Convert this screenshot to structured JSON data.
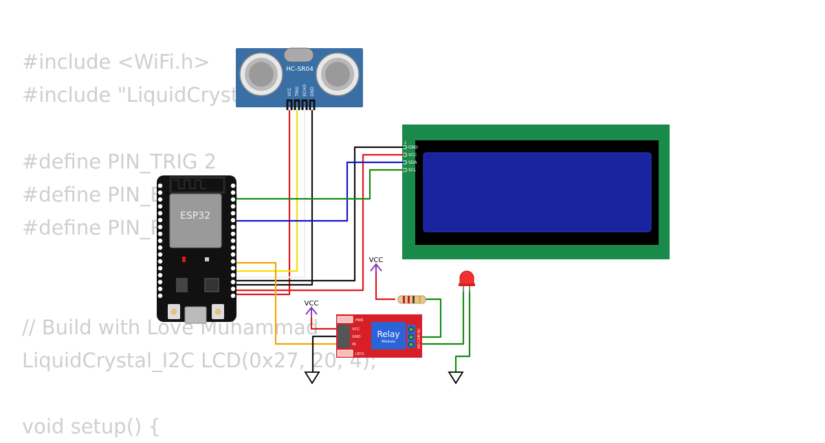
{
  "code_lines": [
    "#include <WiFi.h>",
    "#include \"LiquidCrystal_I2C.h\"",
    "",
    "#define PIN_TRIG 2",
    "#define PIN_ECHO 15",
    "#define PIN_RELAY 4",
    "",
    "",
    "// Build with Love Muhammad",
    "LiquidCrystal_I2C LCD(0x27, 20, 4);",
    "",
    "void setup() {"
  ],
  "components": {
    "ultrasonic": {
      "label": "HC-SR04",
      "pins": [
        "VCC",
        "TRIG",
        "ECHO",
        "GND"
      ]
    },
    "esp32": {
      "label": "ESP32"
    },
    "lcd": {
      "pins": [
        "GND",
        "VCC",
        "SDA",
        "SCL"
      ],
      "pin1_marker": "1"
    },
    "relay": {
      "title": "Relay",
      "subtitle": "Module",
      "pins": [
        "VCC",
        "GND",
        "IN"
      ],
      "pwr_label": "PWR",
      "led_label": "LED1",
      "terminals": [
        "NC",
        "COM",
        "NO"
      ]
    },
    "vcc_symbols": [
      "VCC",
      "VCC"
    ]
  },
  "colors": {
    "vcc_wire": "#e0161e",
    "trig_wire": "#f2e400",
    "echo_wire": "#f5a300",
    "gnd_wire": "#111111",
    "sda_wire": "#1414c8",
    "scl_wire": "#148a14",
    "pcb_green": "#1a8a4a",
    "lcd_blue": "#1a24a0",
    "relay_red": "#d81f26",
    "vcc_symbol": "#8a3ab8"
  }
}
